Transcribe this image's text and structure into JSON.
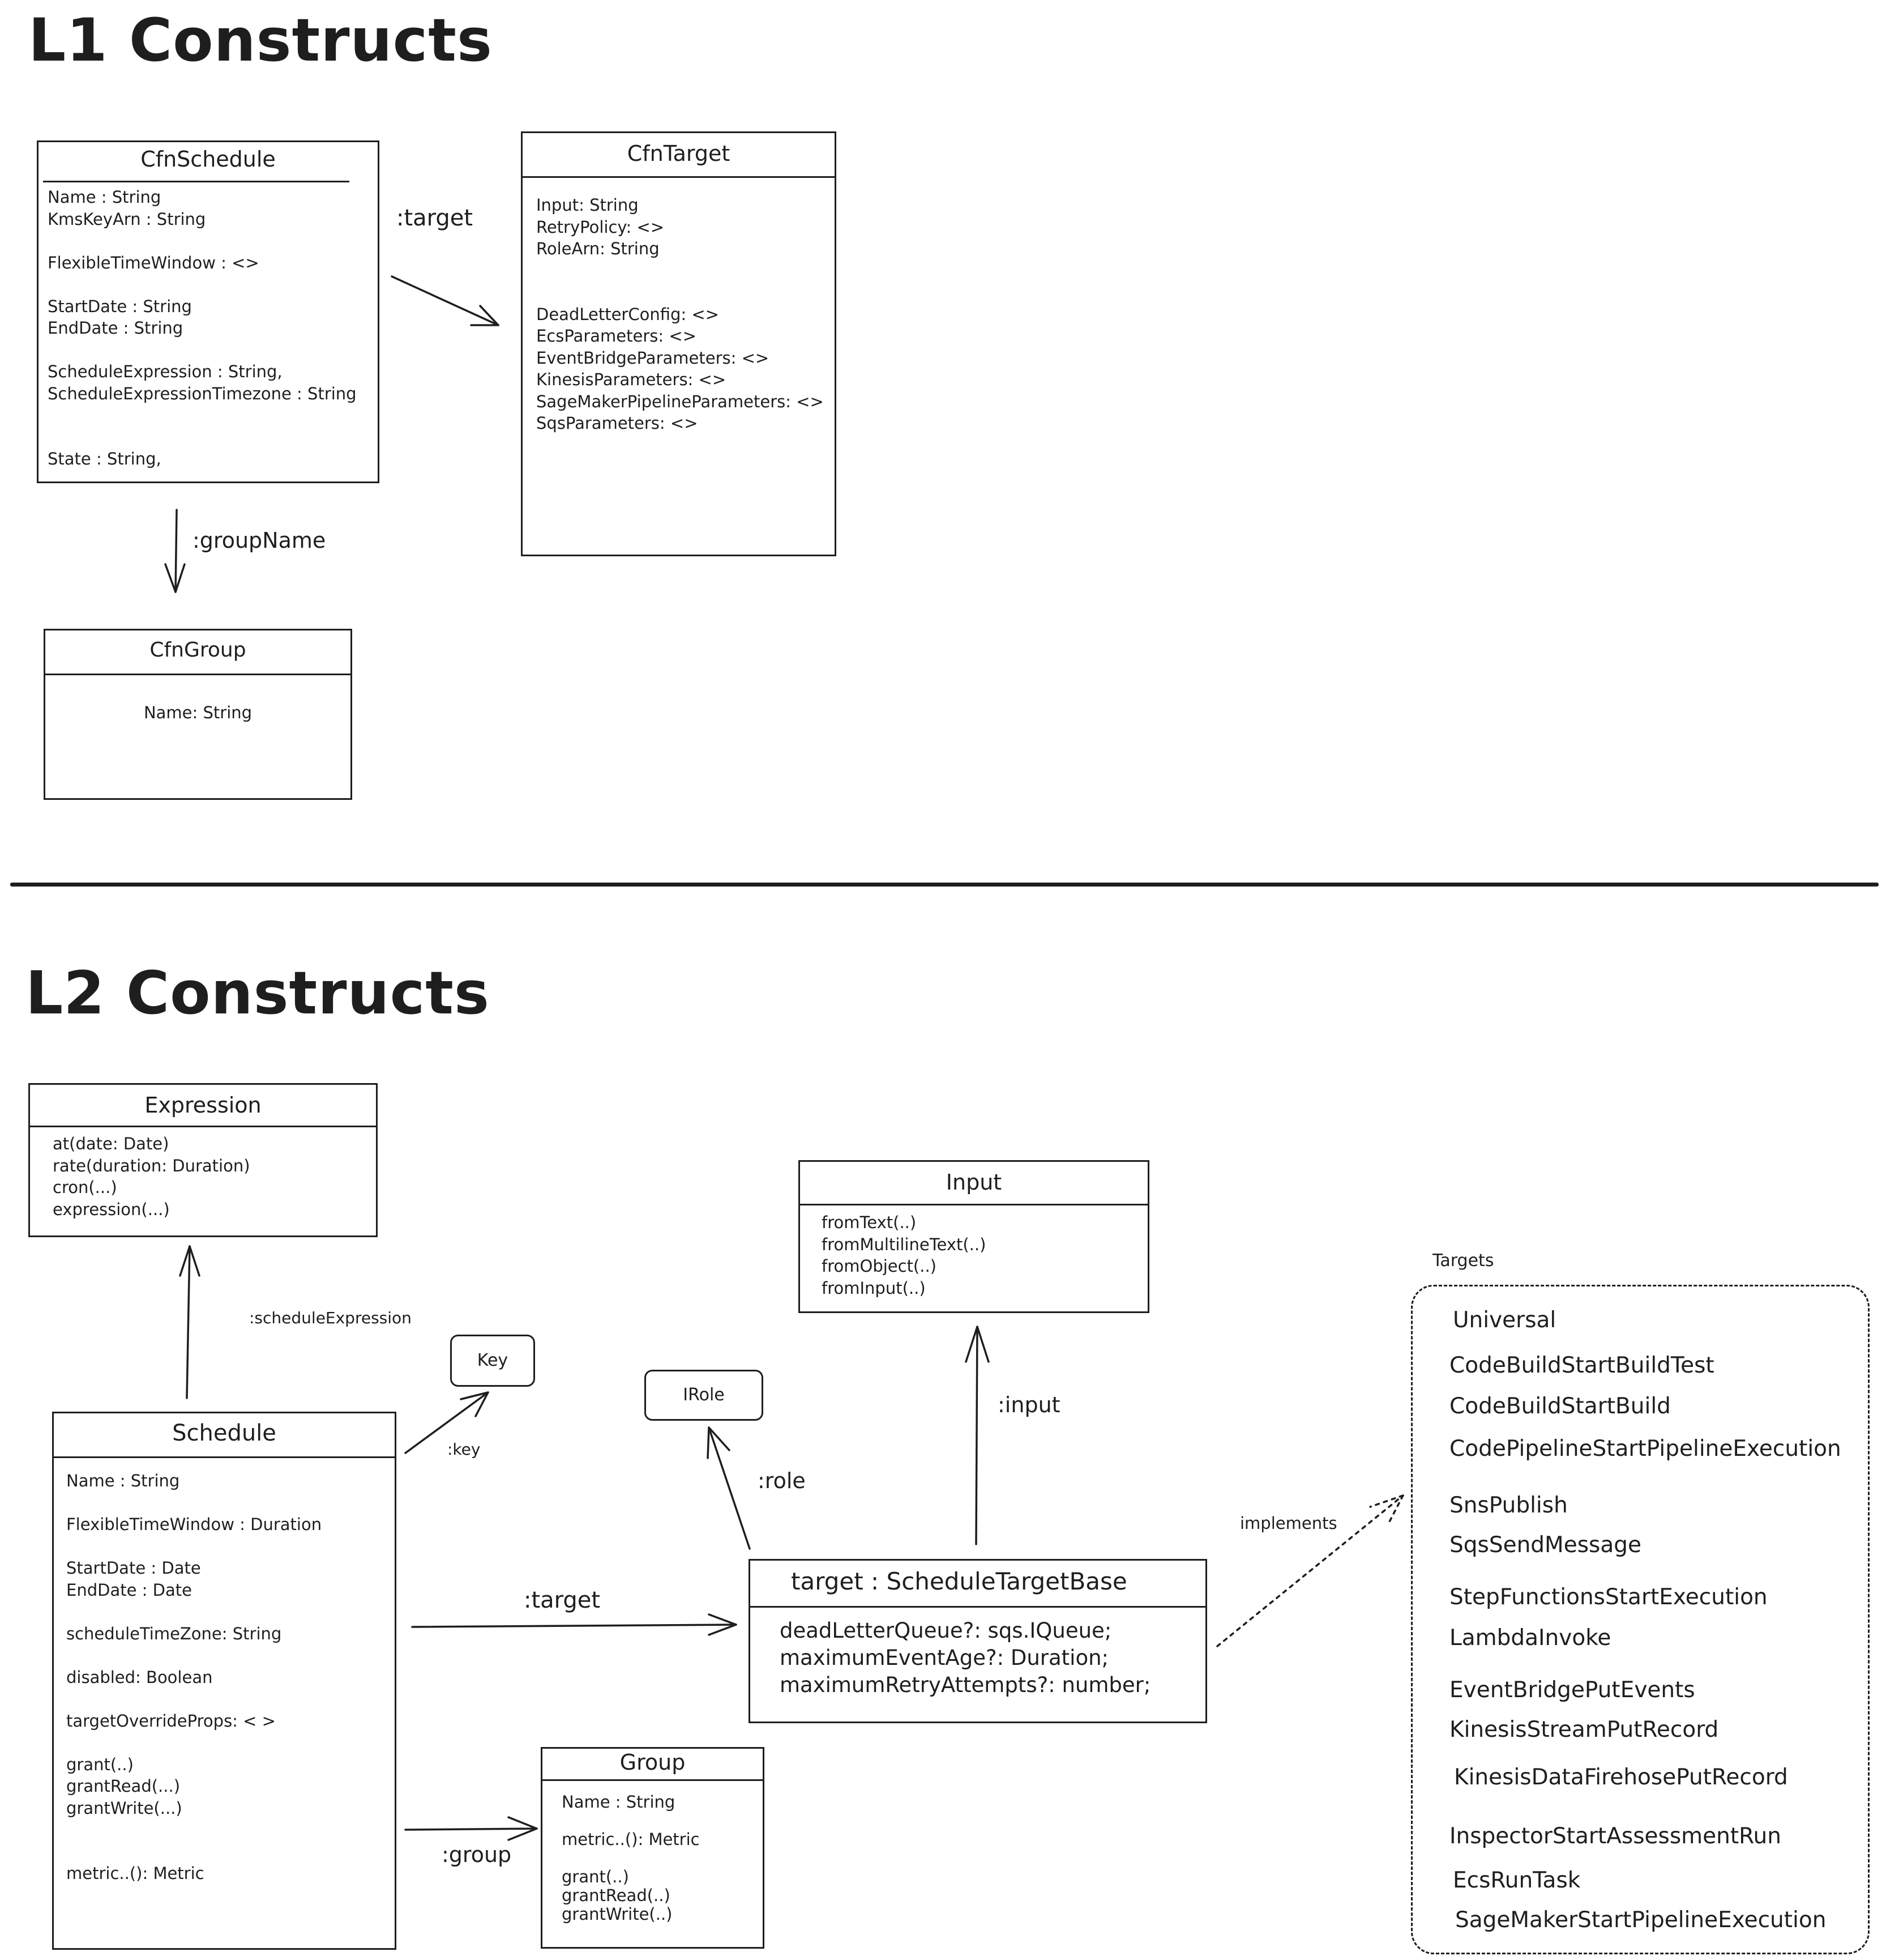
{
  "l1": {
    "heading": "L1 Constructs",
    "cfn_schedule": {
      "title": "CfnSchedule",
      "fields": [
        "Name : String",
        "KmsKeyArn : String",
        "",
        "FlexibleTimeWindow : <>",
        "",
        "StartDate : String",
        "EndDate : String",
        "",
        "ScheduleExpression : String,",
        "ScheduleExpressionTimezone : String",
        "",
        "",
        "State : String,"
      ]
    },
    "cfn_target": {
      "title": "CfnTarget",
      "fields": [
        "Input: String",
        "RetryPolicy: <>",
        "RoleArn: String",
        "",
        "",
        "DeadLetterConfig: <>",
        "EcsParameters: <>",
        "EventBridgeParameters: <>",
        "KinesisParameters: <>",
        "SageMakerPipelineParameters: <>",
        "SqsParameters: <>"
      ]
    },
    "cfn_group": {
      "title": "CfnGroup",
      "fields": [
        "Name: String"
      ]
    },
    "labels": {
      "target": ":target",
      "group_name": ":groupName"
    }
  },
  "l2": {
    "heading": "L2 Constructs",
    "expression": {
      "title": "Expression",
      "fields": [
        "at(date: Date)",
        "rate(duration: Duration)",
        "cron(...)",
        "expression(...)"
      ]
    },
    "schedule": {
      "title": "Schedule",
      "fields": [
        "Name : String",
        "",
        "FlexibleTimeWindow : Duration",
        "",
        "StartDate : Date",
        "EndDate : Date",
        "",
        "scheduleTimeZone: String",
        "",
        "disabled: Boolean",
        "",
        "targetOverrideProps: < >",
        "",
        "grant(..)",
        "grantRead(...)",
        "grantWrite(...)",
        "",
        "",
        "metric..(): Metric"
      ]
    },
    "key": {
      "title": "Key"
    },
    "irole": {
      "title": "IRole"
    },
    "input": {
      "title": "Input",
      "fields": [
        "fromText(..)",
        "fromMultilineText(..)",
        "fromObject(..)",
        "fromInput(..)"
      ]
    },
    "target_base": {
      "title": "target : ScheduleTargetBase",
      "fields": [
        "deadLetterQueue?: sqs.IQueue;",
        "maximumEventAge?: Duration;",
        "maximumRetryAttempts?: number;"
      ]
    },
    "group": {
      "title": "Group",
      "fields": [
        "Name : String",
        "",
        "metric..(): Metric",
        "",
        "grant(..)",
        "grantRead(..)",
        "grantWrite(..)"
      ]
    },
    "labels": {
      "schedule_expression": ":scheduleExpression",
      "key": ":key",
      "role": ":role",
      "input": ":input",
      "target": ":target",
      "group": ":group",
      "implements": "implements"
    },
    "targets": {
      "caption": "Targets",
      "items": [
        "Universal",
        "CodeBuildStartBuildTest",
        "CodeBuildStartBuild",
        "CodePipelineStartPipelineExecution",
        "SnsPublish",
        "SqsSendMessage",
        "StepFunctionsStartExecution",
        "LambdaInvoke",
        "EventBridgePutEvents",
        "KinesisStreamPutRecord",
        "KinesisDataFirehosePutRecord",
        "InspectorStartAssessmentRun",
        "EcsRunTask",
        "SageMakerStartPipelineExecution"
      ]
    }
  },
  "colors": {
    "ink": "#1e1e1e",
    "background": "#ffffff"
  }
}
